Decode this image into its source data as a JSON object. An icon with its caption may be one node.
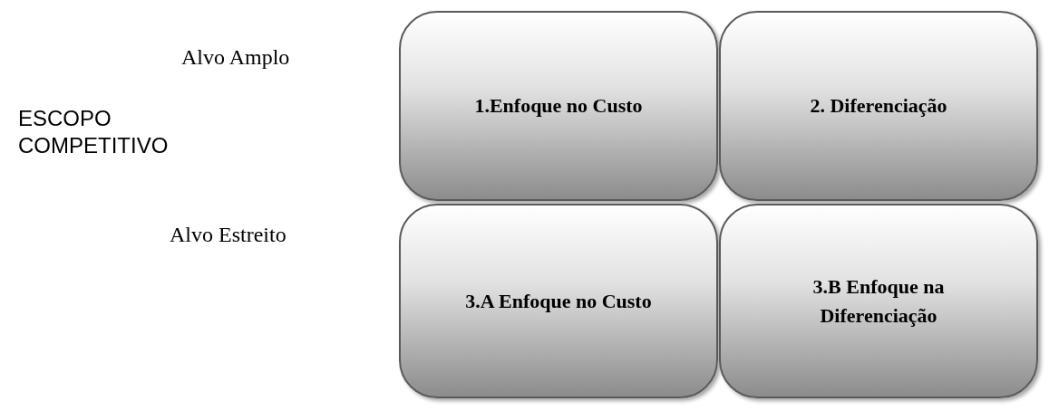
{
  "diagram": {
    "nodes": [
      {
        "text": [
          "1.Enfoque no Custo"
        ]
      },
      {
        "text": [
          "2. Diferenciação"
        ]
      },
      {
        "text": [
          "3.A Enfoque no Custo"
        ]
      },
      {
        "text": [
          "3.B Enfoque na Diferenciação"
        ]
      }
    ],
    "labels": [
      "Alvo Amplo",
      "ESCOPO COMPETITIVO",
      "Alvo Estreito"
    ]
  }
}
